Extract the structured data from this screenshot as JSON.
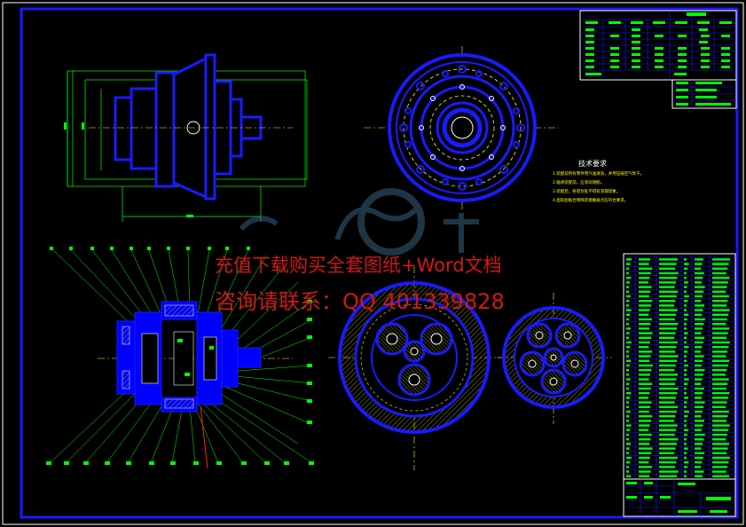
{
  "watermark": {
    "line1": "充值下载购买全套图纸+Word文档",
    "line2": "咨询请联系：QQ 401339828"
  },
  "technical_notes": {
    "title": "技术要求",
    "lines": [
      "1.装配前所有零件用汽油清洗，并用压缩空气吹干。",
      "2.轴承装配前，应涂润滑脂。",
      "3.装配后，各密封处不得有渗漏现象。",
      "4.齿轮副啮合侧隙及接触斑点应符合要求。"
    ]
  },
  "colors": {
    "background": "#000000",
    "frame": "#1a1aff",
    "outline": "#ffffff",
    "dimension": "#00ff00",
    "centerline": "#ffff00",
    "section_fill": "#0000ff",
    "hatch": "#c8c800",
    "watermark": "#d01818"
  }
}
